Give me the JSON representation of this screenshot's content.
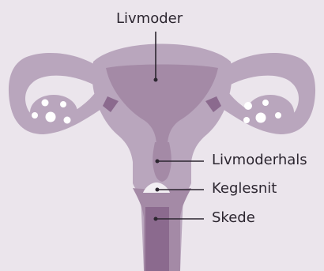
{
  "labels": {
    "uterus": "Livmoder",
    "cervix": "Livmoderhals",
    "cone_biopsy": "Keglesnit",
    "vagina": "Skede"
  },
  "colors": {
    "background": "#ebe5ec",
    "tissue_light": "#b9a6bd",
    "tissue_mid": "#a48aa6",
    "tissue_dark": "#8b6a8e",
    "ovary_dots": "#ffffff",
    "cone": "#f2eef3",
    "text": "#2c2630",
    "leader_line": "#2c2630"
  }
}
